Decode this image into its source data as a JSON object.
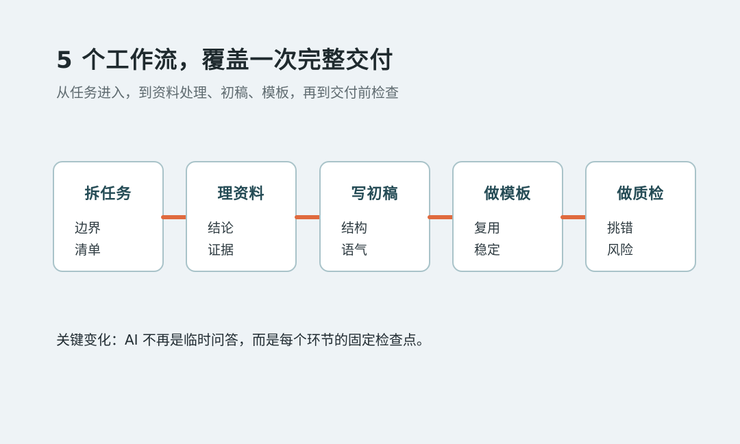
{
  "header": {
    "title": "5 个工作流，覆盖一次完整交付",
    "subtitle": "从任务进入，到资料处理、初稿、模板，再到交付前检查"
  },
  "flow": {
    "steps": [
      {
        "title": "拆任务",
        "items": [
          "边界",
          "清单"
        ]
      },
      {
        "title": "理资料",
        "items": [
          "结论",
          "证据"
        ]
      },
      {
        "title": "写初稿",
        "items": [
          "结构",
          "语气"
        ]
      },
      {
        "title": "做模板",
        "items": [
          "复用",
          "稳定"
        ]
      },
      {
        "title": "做质检",
        "items": [
          "挑错",
          "风险"
        ]
      }
    ],
    "connector_color": "#e06a3e",
    "card_border_color": "#a9c3c9",
    "title_color": "#244b55"
  },
  "footer": {
    "note": "关键变化：AI 不再是临时问答，而是每个环节的固定检查点。"
  }
}
